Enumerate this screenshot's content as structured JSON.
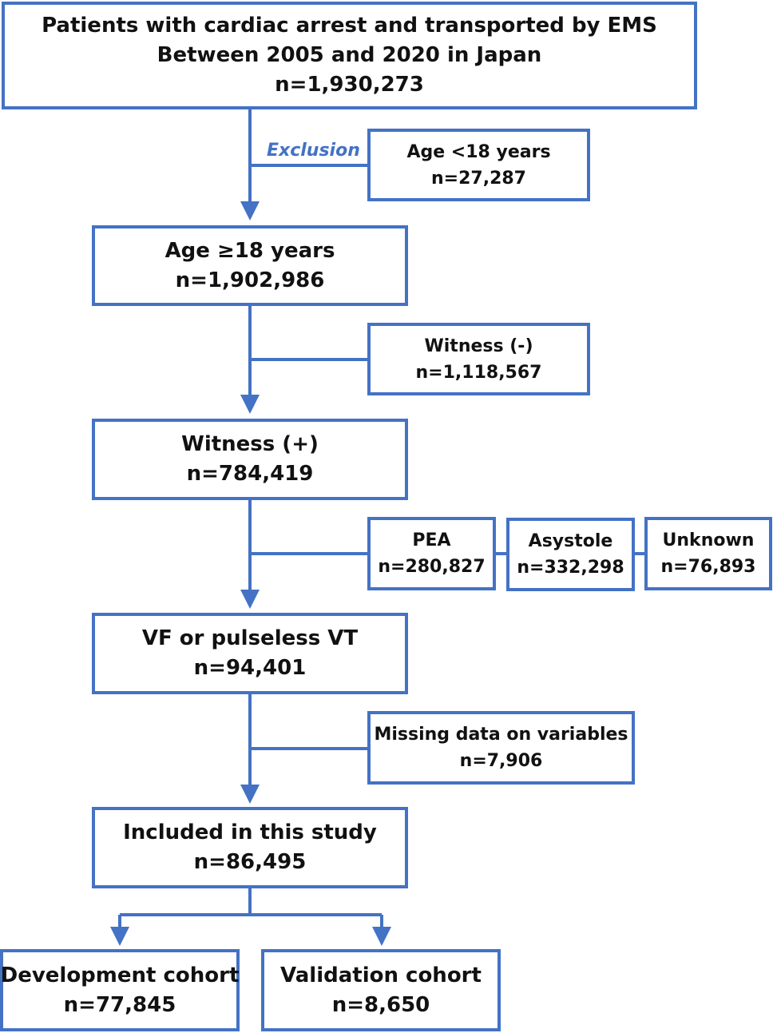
{
  "colors": {
    "accent": "#4472C4",
    "text": "#111111",
    "background": "#ffffff"
  },
  "exclusion_label": "Exclusion",
  "boxes": {
    "source": {
      "lines": [
        "Patients with cardiac arrest and transported by EMS",
        "Between 2005 and 2020 in Japan",
        "n=1,930,273"
      ]
    },
    "exclude_age": {
      "lines": [
        "Age <18 years",
        "n=27,287"
      ]
    },
    "age_18_plus": {
      "lines": [
        "Age ≥18 years",
        "n=1,902,986"
      ]
    },
    "exclude_witness": {
      "lines": [
        "Witness (-)",
        "n=1,118,567"
      ]
    },
    "witness_plus": {
      "lines": [
        "Witness (+)",
        "n=784,419"
      ]
    },
    "exclude_pea": {
      "lines": [
        "PEA",
        "n=280,827"
      ]
    },
    "exclude_asystole": {
      "lines": [
        "Asystole",
        "n=332,298"
      ]
    },
    "exclude_unknown": {
      "lines": [
        "Unknown",
        "n=76,893"
      ]
    },
    "vf_pvt": {
      "lines": [
        "VF or pulseless VT",
        "n=94,401"
      ]
    },
    "exclude_missing": {
      "lines": [
        "Missing data on variables",
        "n=7,906"
      ]
    },
    "included": {
      "lines": [
        "Included in this study",
        "n=86,495"
      ]
    },
    "development": {
      "lines": [
        "Development cohort",
        "n=77,845"
      ]
    },
    "validation": {
      "lines": [
        "Validation cohort",
        "n=8,650"
      ]
    }
  }
}
